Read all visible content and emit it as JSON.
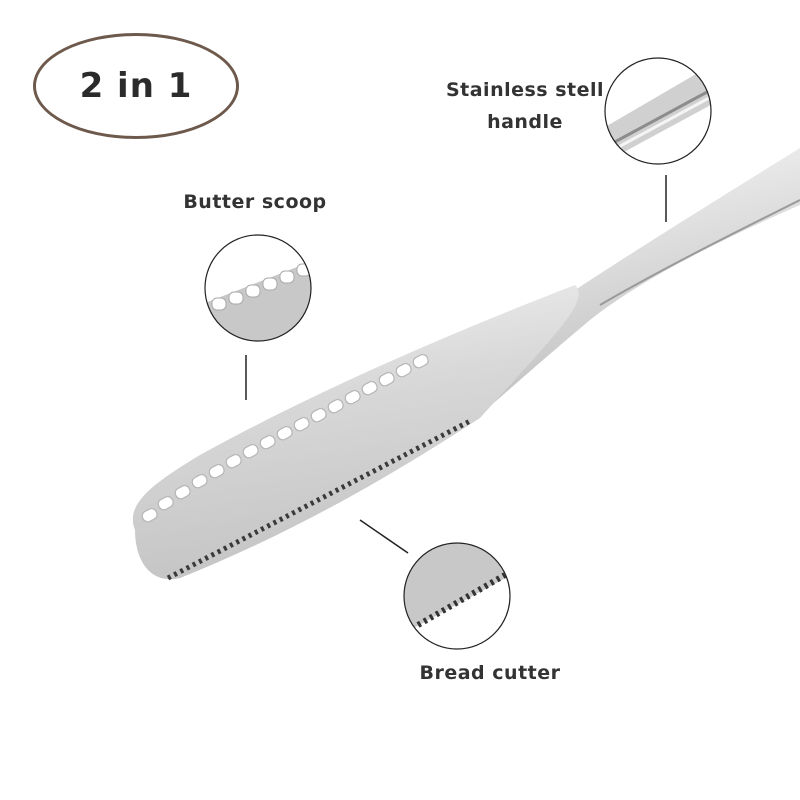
{
  "badge": {
    "text": "2 in 1",
    "border_color": "#6e5a4c"
  },
  "callouts": [
    {
      "id": "handle",
      "label_line1": "Stainless stell",
      "label_line2": "handle"
    },
    {
      "id": "scoop",
      "label": "Butter scoop"
    },
    {
      "id": "bread",
      "label": "Bread cutter"
    }
  ],
  "colors": {
    "background": "#ffffff",
    "text": "#333333",
    "steel_light": "#f2f2f2",
    "steel_mid": "#d6d6d6",
    "steel_dark": "#a8a8a8",
    "serration": "#3a3a3a",
    "leader_line": "#222222"
  }
}
